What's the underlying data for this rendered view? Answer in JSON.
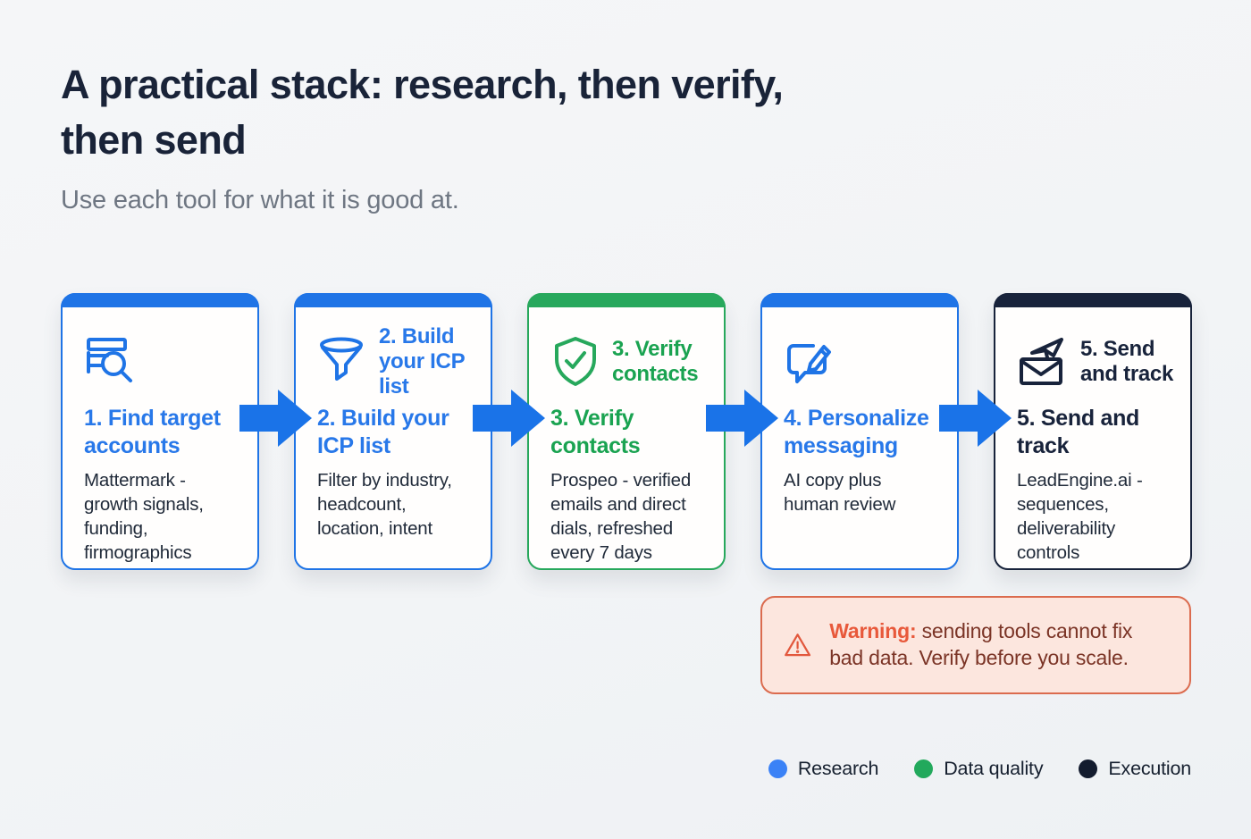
{
  "header": {
    "title": "A practical stack: research, then verify, then send",
    "subtitle": "Use each tool for what it is good at."
  },
  "cards": [
    {
      "icon": "search-list-icon",
      "icon_label": "",
      "title": "1. Find target accounts",
      "body": "Mattermark - growth signals, funding, firmographics",
      "category": "research",
      "accent_color": "#1f74e6"
    },
    {
      "icon": "funnel-icon",
      "icon_label": "2. Build your ICP list",
      "title": "2. Build your ICP list",
      "body": "Filter by industry, headcount, location, intent",
      "category": "research",
      "accent_color": "#1f74e6"
    },
    {
      "icon": "shield-check-icon",
      "icon_label": "3. Verify contacts",
      "title": "3. Verify contacts",
      "body": "Prospeo - verified emails and direct dials, refreshed every 7 days",
      "category": "data-quality",
      "accent_color": "#27a85c"
    },
    {
      "icon": "message-edit-icon",
      "icon_label": "",
      "title": "4. Personalize messaging",
      "body": "AI copy plus human review",
      "category": "research",
      "accent_color": "#1f74e6"
    },
    {
      "icon": "send-mail-icon",
      "icon_label": "5. Send and track",
      "title": "5. Send and track",
      "body": "LeadEngine.ai - sequences, deliverability controls",
      "category": "execution",
      "accent_color": "#18233b"
    }
  ],
  "warning": {
    "label": "Warning:",
    "text": " sending tools cannot fix bad data. Verify before you scale."
  },
  "legend": [
    {
      "label": "Research",
      "color": "#3b82f6"
    },
    {
      "label": "Data quality",
      "color": "#22a95c"
    },
    {
      "label": "Execution",
      "color": "#131c2e"
    }
  ],
  "colors": {
    "arrow_blue": "#1a73e8",
    "warning_bg": "#fce6de",
    "warning_border": "#db6b4e",
    "warning_accent": "#e8593b",
    "warning_text": "#7b3426",
    "title_text": "#192338",
    "subtitle_text": "#6e7682"
  }
}
